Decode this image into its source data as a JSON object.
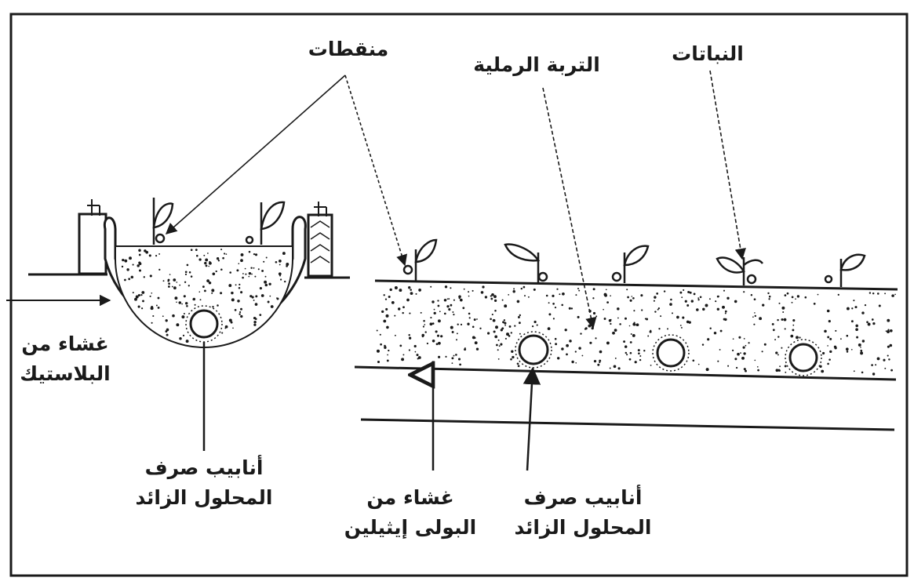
{
  "labels": {
    "drippers": "منقطات",
    "sandy_soil": "التربة الرملية",
    "plants": "النباتات",
    "plastic_film": [
      "غشاء من",
      "البلاستيك"
    ],
    "drain_pipes_left": [
      "أنابيب صرف",
      "المحلول الزائد"
    ],
    "polyethylene_film": [
      "غشاء من",
      "البولى إيثيلين"
    ],
    "drain_pipes_right": [
      "أنابيب صرف",
      "المحلول الزائد"
    ]
  },
  "colors": {
    "ink": "#1a1a1a",
    "paper": "#ffffff"
  }
}
